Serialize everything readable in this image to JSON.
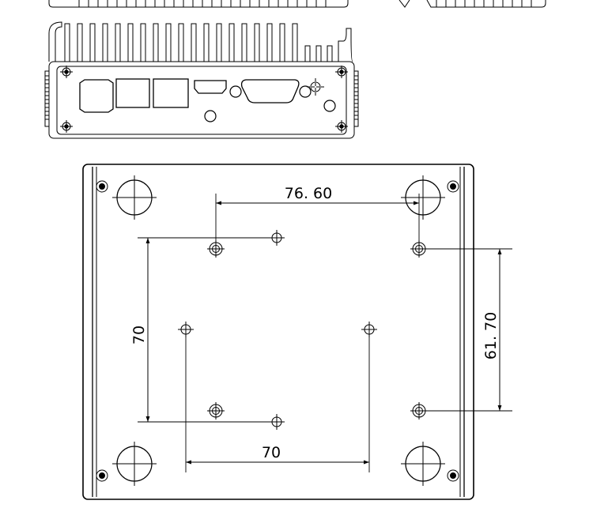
{
  "drawing": {
    "line_color": "#000000",
    "background": "#ffffff",
    "dimensions": {
      "top_horizontal": "76. 60",
      "bottom_horizontal": "70",
      "left_vertical": "70",
      "right_vertical": "61. 70"
    },
    "views": [
      "front-panel-view",
      "bottom-plan-view"
    ]
  }
}
